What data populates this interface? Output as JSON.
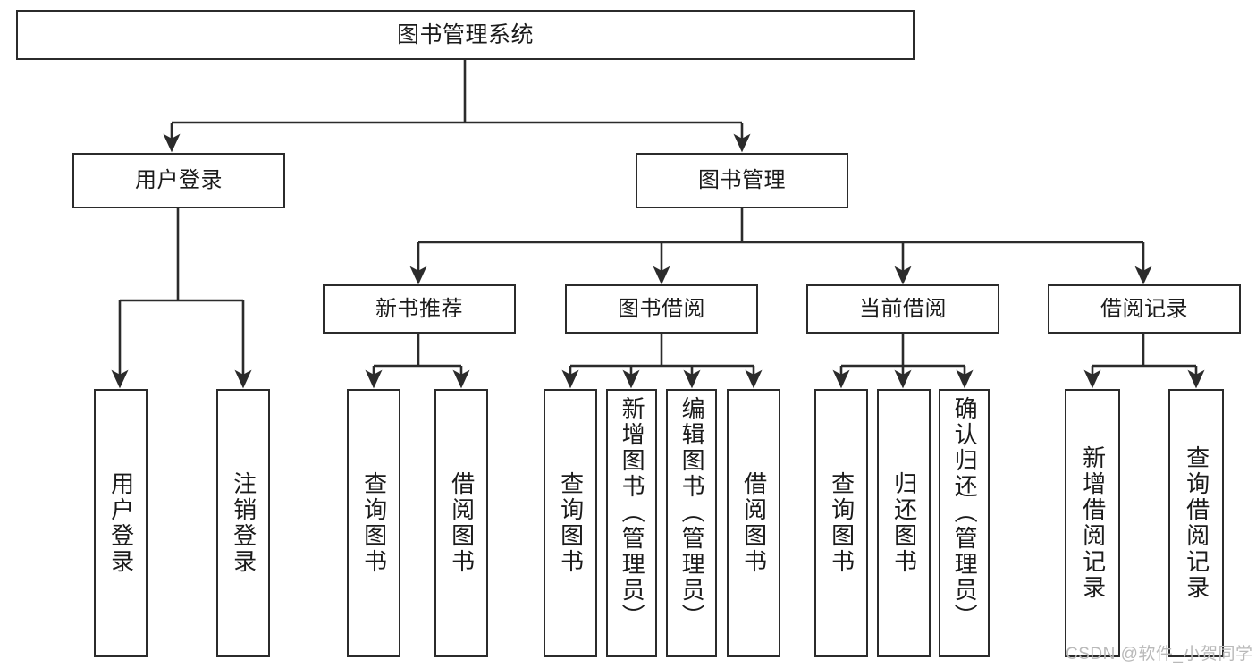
{
  "diagram": {
    "title": "图书管理系统",
    "type": "tree-hierarchy-diagram",
    "root": {
      "label": "图书管理系统"
    },
    "level2": [
      {
        "label": "用户登录"
      },
      {
        "label": "图书管理"
      }
    ],
    "level3": [
      {
        "label": "新书推荐"
      },
      {
        "label": "图书借阅"
      },
      {
        "label": "当前借阅"
      },
      {
        "label": "借阅记录"
      }
    ],
    "leaves": {
      "user_login": [
        {
          "label": "用户登录"
        },
        {
          "label": "注销登录"
        }
      ],
      "new_book_recommend": [
        {
          "label": "查询图书"
        },
        {
          "label": "借阅图书"
        }
      ],
      "book_borrow": [
        {
          "label": "查询图书"
        },
        {
          "label": "新增图书（管理员）"
        },
        {
          "label": "编辑图书（管理员）"
        },
        {
          "label": "借阅图书"
        }
      ],
      "current_borrow": [
        {
          "label": "查询图书"
        },
        {
          "label": "归还图书"
        },
        {
          "label": "确认归还（管理员）"
        }
      ],
      "borrow_record": [
        {
          "label": "新增借阅记录"
        },
        {
          "label": "查询借阅记录"
        }
      ]
    }
  },
  "watermark": {
    "text": "CSDN @软件_小贺同学"
  },
  "colors": {
    "stroke": "#2b2b2b",
    "background": "#ffffff",
    "text": "#1b1b1b",
    "watermark": "#b9b9b9"
  }
}
